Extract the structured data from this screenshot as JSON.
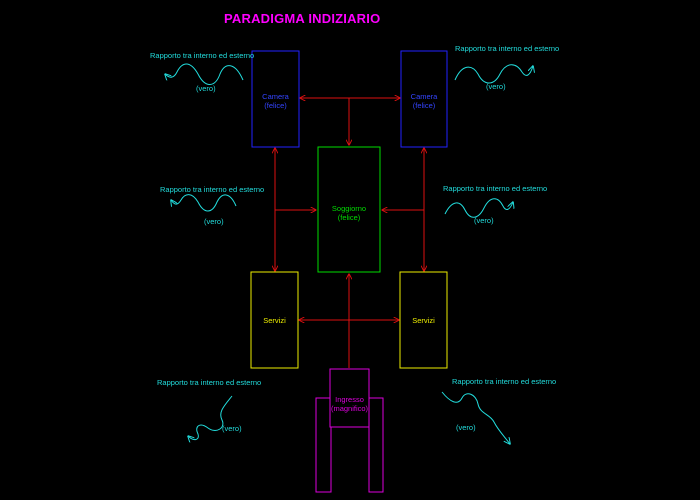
{
  "title": "PARADIGMA INDIZIARIO",
  "rooms": {
    "camera_left": {
      "line1": "Camera",
      "line2": "(felice)"
    },
    "camera_right": {
      "line1": "Camera",
      "line2": "(felice)"
    },
    "soggiorno": {
      "line1": "Soggiorno",
      "line2": "(felice)"
    },
    "servizi_left": {
      "line1": "Servizi"
    },
    "servizi_right": {
      "line1": "Servizi"
    },
    "ingresso": {
      "line1": "Ingresso",
      "line2": "(magnifico)"
    }
  },
  "relations": [
    {
      "text": "Rapporto tra interno ed esterno",
      "sub": "(vero)"
    },
    {
      "text": "Rapporto tra interno ed esterno",
      "sub": "(vero)"
    },
    {
      "text": "Rapporto tra interno ed esterno",
      "sub": "(vero)"
    },
    {
      "text": "Rapporto tra interno ed esterno",
      "sub": "(vero)"
    },
    {
      "text": "Rapporto tra interno ed esterno",
      "sub": "(vero)"
    },
    {
      "text": "Rapporto tra interno ed esterno",
      "sub": "(vero)"
    }
  ],
  "colors": {
    "background": "#000000",
    "title": "#ff00ff",
    "camera": "#2222ff",
    "soggiorno": "#00dd00",
    "servizi": "#eeee00",
    "ingresso": "#dd00dd",
    "arrows": "#dd1111",
    "relations": "#22dddd"
  }
}
